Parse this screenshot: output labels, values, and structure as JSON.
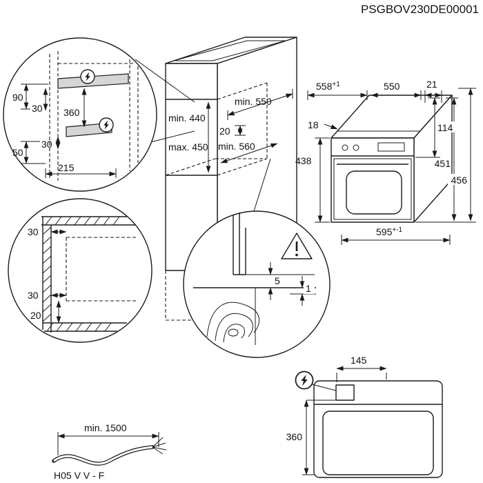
{
  "colors": {
    "line": "#1a1a1a",
    "background": "#ffffff",
    "shelf_fill": "#d6d6d6"
  },
  "doc_code": "PSGBOV230DE00001",
  "icons": {
    "power_connection": "lightning-bolt-icon",
    "caution": "warning-triangle-icon"
  },
  "shelf_detail": {
    "d90": "90",
    "d30_upper": "30",
    "d360": "360",
    "d30_lower": "30",
    "d50": "50",
    "d215": "215"
  },
  "cabinet": {
    "min_depth_top": "min. 550",
    "top_gap": "20",
    "niche_height_min": "min. 440",
    "niche_height_max": "max. 450",
    "niche_depth": "min. 560"
  },
  "oven": {
    "w558": "558",
    "w558_tol": "+1",
    "d550": "550",
    "d21": "21",
    "d18": "18",
    "h114": "114",
    "h438": "438",
    "h451": "451",
    "h456": "456",
    "d595": "595",
    "d595_tol": "+-1"
  },
  "corner_detail": {
    "d30_top": "30",
    "d30_bottom": "30",
    "d20": "20"
  },
  "gap_detail": {
    "d5": "5",
    "d1": "1"
  },
  "top_view": {
    "d145": "145",
    "d360": "360"
  },
  "cable": {
    "min_length": "min. 1500",
    "type": "H05 V V - F"
  }
}
